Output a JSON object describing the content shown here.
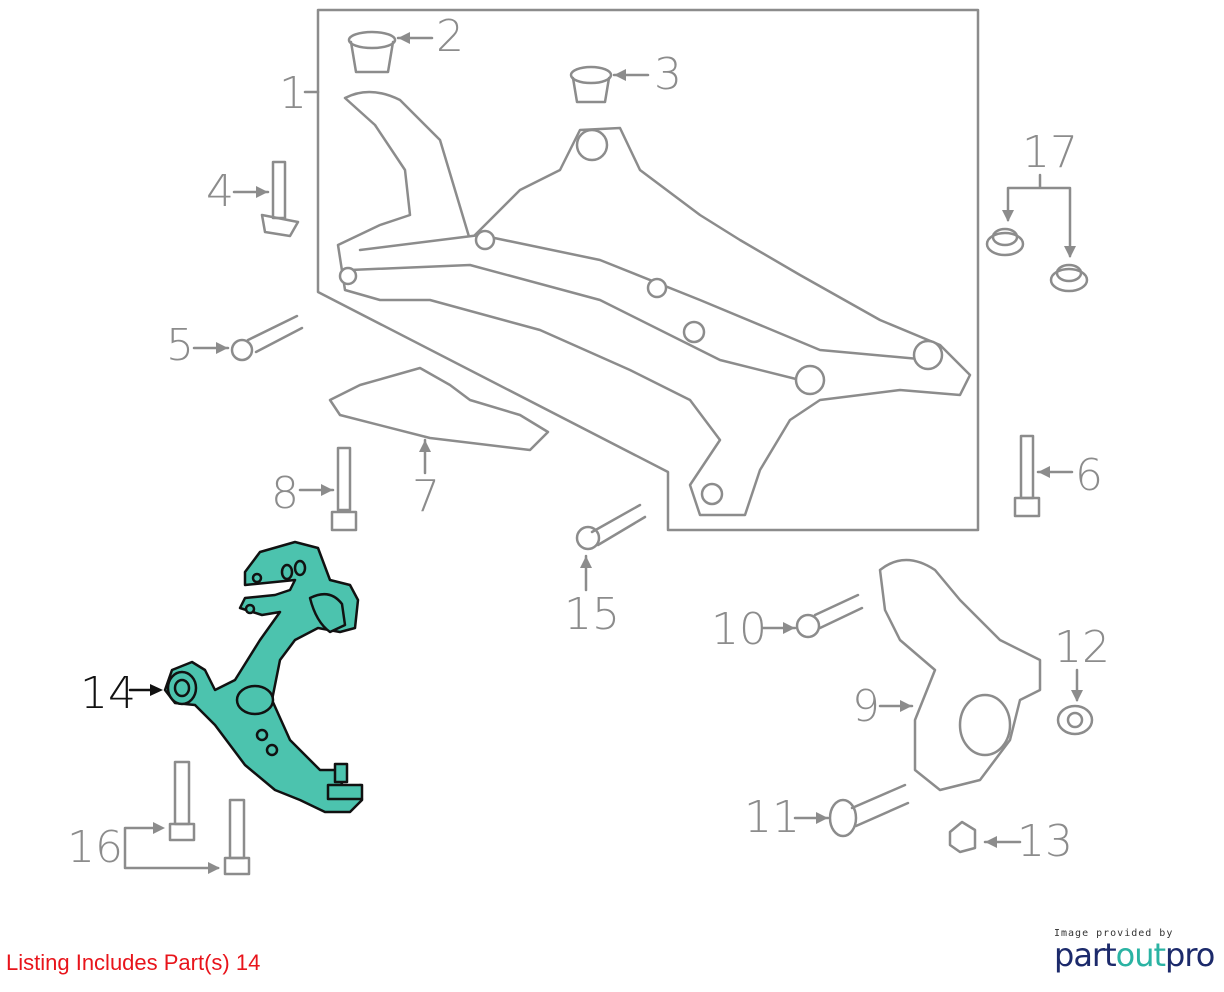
{
  "diagram": {
    "callouts": [
      "1",
      "2",
      "3",
      "4",
      "5",
      "6",
      "7",
      "8",
      "9",
      "10",
      "11",
      "12",
      "13",
      "14",
      "15",
      "16",
      "17"
    ],
    "highlighted_part": "14",
    "highlight_color": "#4cc3ae",
    "line_color": "#8c8c8c"
  },
  "footer": {
    "listing_text": "Listing Includes Part(s) 14"
  },
  "logo": {
    "caption": "Image provided by",
    "part1": "part",
    "part2": "out",
    "part3": "pro"
  }
}
